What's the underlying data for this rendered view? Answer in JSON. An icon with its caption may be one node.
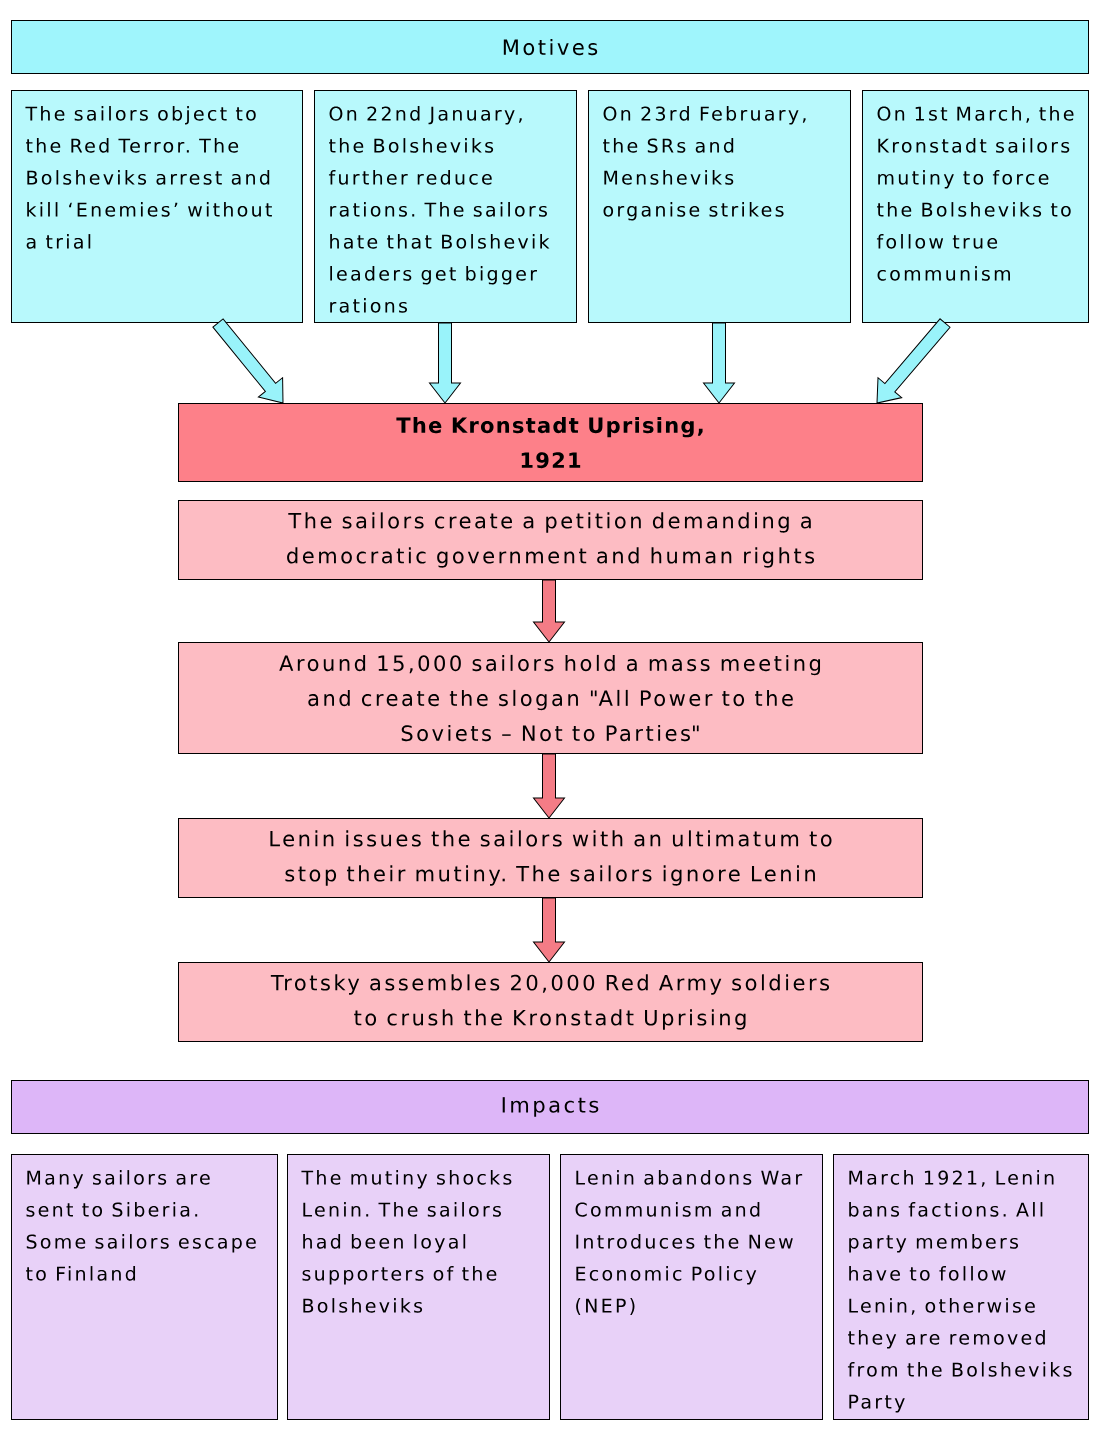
{
  "diagram": {
    "nodes": [
      {
        "text": [
          "Motives"
        ]
      },
      {
        "text": [
          "The sailors object to the Red Terror. The Bolsheviks arrest and kill ‘Enemies’ without a trial"
        ]
      },
      {
        "text": [
          "On 22nd January, the Bolsheviks further reduce rations. The sailors hate that Bolshevik leaders get bigger rations"
        ]
      },
      {
        "text": [
          "On 23rd February, the SRs and Mensheviks organise strikes"
        ]
      },
      {
        "text": [
          "On 1st March, the Kronstadt sailors mutiny to force the Bolsheviks to follow true communism"
        ]
      },
      {
        "text": [
          "The Kronstadt Uprising, 1921"
        ]
      },
      {
        "text": [
          "The sailors create a petition demanding a democratic government and human rights"
        ]
      },
      {
        "text": [
          "Around 15,000 sailors hold a mass meeting and create the slogan \"All Power to the Soviets – Not to Parties\""
        ]
      },
      {
        "text": [
          "Lenin issues the sailors with an ultimatum to stop their mutiny. The sailors ignore Lenin"
        ]
      },
      {
        "text": [
          "Trotsky assembles 20,000 Red Army soldiers to crush the Kronstadt Uprising"
        ]
      },
      {
        "text": [
          "Impacts"
        ]
      },
      {
        "text": [
          "Many sailors are sent to Siberia. Some sailors escape to Finland"
        ]
      },
      {
        "text": [
          "The mutiny shocks Lenin. The sailors had been loyal supporters of the Bolsheviks"
        ]
      },
      {
        "text": [
          "Lenin abandons War Communism and Introduces the New Economic Policy (NEP)"
        ]
      },
      {
        "text": [
          "March 1921, Lenin bans factions. All party members have to follow Lenin, otherwise they are removed from the Bolsheviks Party"
        ]
      }
    ],
    "edges": [
      {
        "from": 1,
        "to": 5,
        "arrow": "to"
      },
      {
        "from": 2,
        "to": 5,
        "arrow": "to"
      },
      {
        "from": 3,
        "to": 5,
        "arrow": "to"
      },
      {
        "from": 4,
        "to": 5,
        "arrow": "to"
      },
      {
        "from": 6,
        "to": 7,
        "arrow": "to",
        "color": "#f47c86"
      },
      {
        "from": 7,
        "to": 8,
        "arrow": "to",
        "color": "#f47c86"
      },
      {
        "from": 8,
        "to": 9,
        "arrow": "to",
        "color": "#f47c86"
      }
    ]
  }
}
